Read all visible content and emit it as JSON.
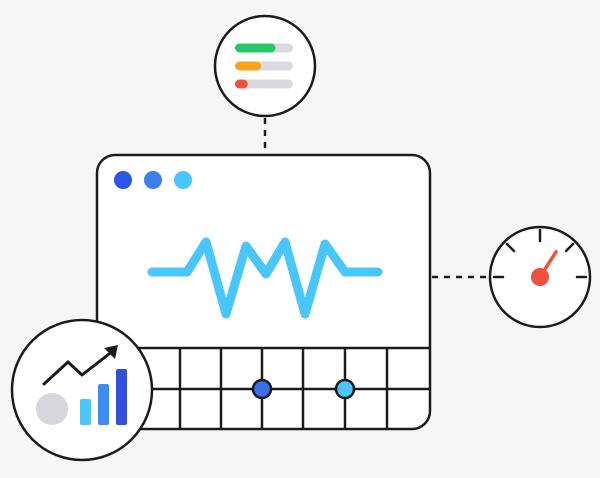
{
  "colors": {
    "background": "#f6f6f7",
    "outline": "#1b1b1b",
    "wave": "#49c6fb",
    "dot_blue": "#2f55e6",
    "dot_mid": "#3d7ef0",
    "dot_cyan": "#49c6fb",
    "bar_track": "#d9d9de",
    "bar_green": "#27c86a",
    "bar_orange": "#f6a61e",
    "bar_red": "#f0503e",
    "gauge_needle": "#f0503e",
    "trend_blue_light": "#49c6fb",
    "trend_blue_mid": "#3a8df2",
    "trend_blue_dark": "#2f4fe0",
    "circle_gray": "#d6d6db"
  },
  "progress_bars": [
    {
      "name": "green",
      "fill": 0.7
    },
    {
      "name": "orange",
      "fill": 0.45
    },
    {
      "name": "red",
      "fill": 0.22
    }
  ],
  "gauge": {
    "level": 0.68
  },
  "icons": {
    "window_icon": "browser-window-icon",
    "progress_icon": "progress-bars-icon",
    "gauge_icon": "speedometer-icon",
    "trend_icon": "growth-chart-icon"
  }
}
